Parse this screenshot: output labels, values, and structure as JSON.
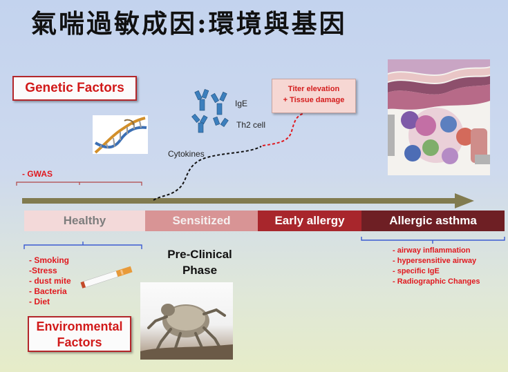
{
  "title": "氣喘過敏成因:環境與基因",
  "genetic": {
    "label": "Genetic Factors",
    "items": [
      "- GWAS"
    ]
  },
  "environmental": {
    "label_line1": "Environmental",
    "label_line2": "Factors",
    "items": [
      "- Smoking",
      "-Stress",
      "- dust  mite",
      "- Bacteria",
      "- Diet"
    ]
  },
  "stages": [
    {
      "label": "Healthy"
    },
    {
      "label": "Sensitized"
    },
    {
      "label": "Early allergy"
    },
    {
      "label": "Allergic asthma"
    }
  ],
  "phase": {
    "line1": "Pre-Clinical",
    "line2": "Phase"
  },
  "titer": {
    "line1": "Titer elevation",
    "line2": "+ Tissue damage"
  },
  "labels": {
    "ige": "IgE",
    "th2": "Th2 cell",
    "cytokines": "Cytokines"
  },
  "asthma_signs": [
    "- airway inflammation",
    "- hypersensitive  airway",
    "- specific IgE",
    "- Radiographic Changes"
  ],
  "colors": {
    "box_border": "#b3262a",
    "red_text": "#e0181e",
    "arrow": "#817b4f",
    "bracket": "#3a5bd1",
    "stage_healthy": "#f3d9d9",
    "stage_sensitized": "#d89495",
    "stage_early": "#a8262c",
    "stage_asthma": "#6e1f24"
  },
  "icons": [
    "dna-icon",
    "antibody-icon",
    "cigarette-icon",
    "dust-mite-icon",
    "airway-cells-icon"
  ]
}
